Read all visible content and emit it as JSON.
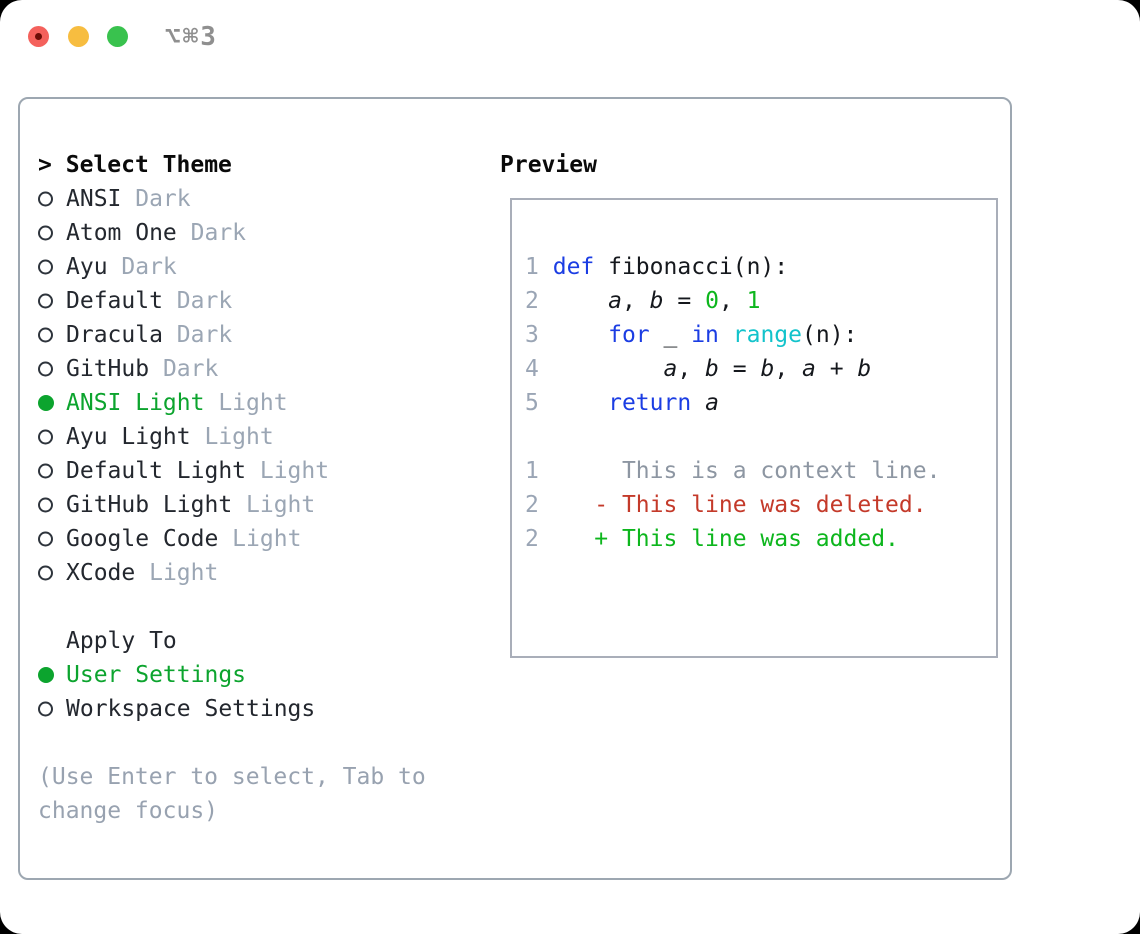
{
  "titlebar": {
    "shortcut": "⌥⌘3",
    "traffic_lights": [
      "close",
      "minimize",
      "zoom"
    ],
    "traffic_colors": {
      "red": "#f4615c",
      "yellow": "#f7bd40",
      "green": "#39c24e"
    }
  },
  "theme_panel": {
    "header": {
      "prefix": ">",
      "label": "Select Theme"
    },
    "themes": [
      {
        "label": "ANSI",
        "tag": "Dark",
        "selected": false
      },
      {
        "label": "Atom One",
        "tag": "Dark",
        "selected": false
      },
      {
        "label": "Ayu",
        "tag": "Dark",
        "selected": false
      },
      {
        "label": "Default",
        "tag": "Dark",
        "selected": false
      },
      {
        "label": "Dracula",
        "tag": "Dark",
        "selected": false
      },
      {
        "label": "GitHub",
        "tag": "Dark",
        "selected": false
      },
      {
        "label": "ANSI Light",
        "tag": "Light",
        "selected": true
      },
      {
        "label": "Ayu Light",
        "tag": "Light",
        "selected": false
      },
      {
        "label": "Default Light",
        "tag": "Light",
        "selected": false
      },
      {
        "label": "GitHub Light",
        "tag": "Light",
        "selected": false
      },
      {
        "label": "Google Code",
        "tag": "Light",
        "selected": false
      },
      {
        "label": "XCode",
        "tag": "Light",
        "selected": false
      }
    ],
    "apply_to": {
      "header": "Apply To",
      "options": [
        {
          "label": "User Settings",
          "selected": true
        },
        {
          "label": "Workspace Settings",
          "selected": false
        }
      ]
    },
    "hint": "(Use Enter to select, Tab to change focus)"
  },
  "preview": {
    "header": "Preview",
    "code_lines": [
      {
        "num": "1",
        "segments": [
          {
            "text": " ",
            "type": "plain"
          },
          {
            "text": "def",
            "type": "keyword"
          },
          {
            "text": " fibonacci(n):",
            "type": "plain"
          }
        ]
      },
      {
        "num": "2",
        "segments": [
          {
            "text": "     ",
            "type": "plain"
          },
          {
            "text": "a",
            "type": "var"
          },
          {
            "text": ", ",
            "type": "plain"
          },
          {
            "text": "b",
            "type": "var"
          },
          {
            "text": " = ",
            "type": "plain"
          },
          {
            "text": "0",
            "type": "number"
          },
          {
            "text": ", ",
            "type": "plain"
          },
          {
            "text": "1",
            "type": "number"
          }
        ]
      },
      {
        "num": "3",
        "segments": [
          {
            "text": "     ",
            "type": "plain"
          },
          {
            "text": "for",
            "type": "keyword"
          },
          {
            "text": " _ ",
            "type": "plain"
          },
          {
            "text": "in",
            "type": "keyword"
          },
          {
            "text": " ",
            "type": "plain"
          },
          {
            "text": "range",
            "type": "builtin"
          },
          {
            "text": "(n):",
            "type": "plain"
          }
        ]
      },
      {
        "num": "4",
        "segments": [
          {
            "text": "         ",
            "type": "plain"
          },
          {
            "text": "a",
            "type": "var"
          },
          {
            "text": ", ",
            "type": "plain"
          },
          {
            "text": "b",
            "type": "var"
          },
          {
            "text": " = ",
            "type": "plain"
          },
          {
            "text": "b",
            "type": "var"
          },
          {
            "text": ", ",
            "type": "plain"
          },
          {
            "text": "a",
            "type": "var"
          },
          {
            "text": " + ",
            "type": "plain"
          },
          {
            "text": "b",
            "type": "var"
          }
        ]
      },
      {
        "num": "5",
        "segments": [
          {
            "text": "     ",
            "type": "plain"
          },
          {
            "text": "return",
            "type": "keyword"
          },
          {
            "text": " ",
            "type": "plain"
          },
          {
            "text": "a",
            "type": "var"
          }
        ]
      }
    ],
    "diff_lines": [
      {
        "num": "1",
        "segments": [
          {
            "text": "      This is a context line.",
            "type": "context"
          }
        ]
      },
      {
        "num": "2",
        "segments": [
          {
            "text": "    ",
            "type": "plain"
          },
          {
            "text": "- This line was deleted.",
            "type": "deleted"
          }
        ]
      },
      {
        "num": "2",
        "segments": [
          {
            "text": "    ",
            "type": "plain"
          },
          {
            "text": "+ This line was added.",
            "type": "added"
          }
        ]
      }
    ]
  },
  "colors": {
    "accent_green": "#0ca42e",
    "added_green": "#0db61d",
    "deleted_red": "#c43a2a",
    "keyword_blue": "#1b3de3",
    "builtin_cyan": "#12c3cb",
    "number_green": "#0db61d",
    "context_gray": "#8d96a2",
    "linenum_gray": "#9aa5b5",
    "tag_gray": "#9ba6b4",
    "hint_gray": "#98a2b0",
    "text_dark": "#23272e",
    "border_gray": "#9da7b1"
  }
}
